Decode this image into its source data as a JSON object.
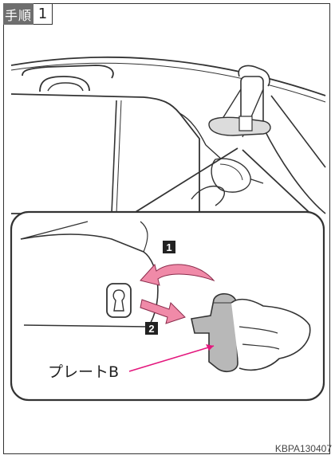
{
  "step": {
    "tag": "手順",
    "number": "1"
  },
  "callouts": {
    "marker_1": "1",
    "marker_2": "2",
    "plate_label": "プレートB"
  },
  "figure_code": "KBPA130407",
  "colors": {
    "pointer_line": "#e3177d",
    "arrow_fill": "#f08aa8",
    "marker_bg": "#222222",
    "line": "#333333"
  },
  "icons": [
    "rotate-arrow-icon",
    "pull-arrow-icon"
  ]
}
